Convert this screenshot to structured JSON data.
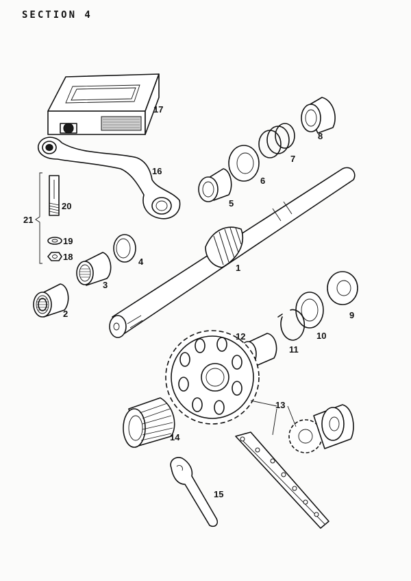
{
  "header": {
    "section_title": "SECTION 4"
  },
  "diagram": {
    "labels": {
      "p1": "1",
      "p2": "2",
      "p3": "3",
      "p4": "4",
      "p5": "5",
      "p6": "6",
      "p7": "7",
      "p8": "8",
      "p9": "9",
      "p10": "10",
      "p11": "11",
      "p12": "12",
      "p13": "13",
      "p14": "14",
      "p15": "15",
      "p16": "16",
      "p17": "17",
      "p18": "18",
      "p19": "19",
      "p20": "20",
      "p21": "21"
    }
  }
}
